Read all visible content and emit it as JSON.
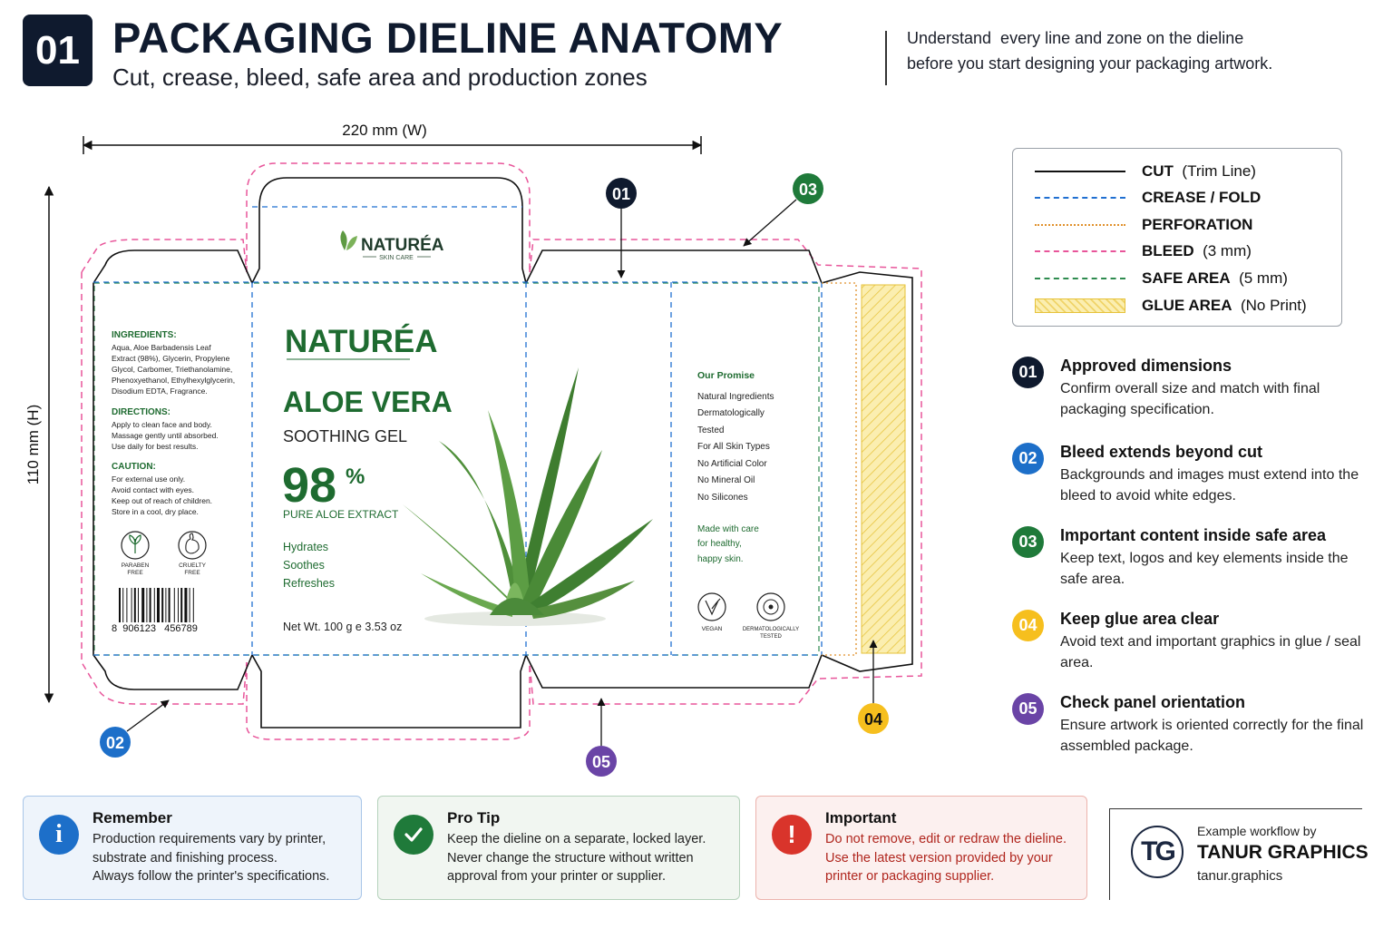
{
  "header": {
    "number": "01",
    "title": "PACKAGING DIELINE ANATOMY",
    "subtitle": "Cut, crease, bleed, safe area and production zones",
    "intro_line1": "Understand  every line and zone on the dieline",
    "intro_line2": "before you start designing your packaging artwork."
  },
  "dimensions": {
    "width_label": "220 mm (W)",
    "height_label": "110 mm (H)"
  },
  "colors": {
    "navy": "#0f1a2e",
    "cut": "#111111",
    "crease": "#1f6fd1",
    "perforation": "#e0902a",
    "bleed": "#e8559a",
    "safe": "#2e8b4f",
    "glue": "#f3d35a",
    "brand_green": "#1e6b30",
    "badge_blue": "#1d6fc9",
    "badge_green": "#1f7a3a",
    "badge_yellow": "#f6bf1e",
    "badge_purple": "#6a44a6"
  },
  "legend": [
    {
      "key": "CUT",
      "desc": "(Trim Line)"
    },
    {
      "key": "CREASE / FOLD",
      "desc": ""
    },
    {
      "key": "PERFORATION",
      "desc": ""
    },
    {
      "key": "BLEED",
      "desc": "(3 mm)"
    },
    {
      "key": "SAFE AREA",
      "desc": "(5 mm)"
    },
    {
      "key": "GLUE AREA",
      "desc": "(No Print)"
    }
  ],
  "callouts": [
    "01",
    "02",
    "03",
    "04",
    "05"
  ],
  "notes": [
    {
      "num": "01",
      "title": "Approved dimensions",
      "text": "Confirm overall size and match with final packaging specification."
    },
    {
      "num": "02",
      "title": "Bleed extends beyond cut",
      "text": "Backgrounds and images must extend into the bleed to avoid white edges."
    },
    {
      "num": "03",
      "title": "Important content inside safe area",
      "text": "Keep text, logos and key elements inside the safe area."
    },
    {
      "num": "04",
      "title": "Keep glue area clear",
      "text": "Avoid text and important graphics in glue / seal area."
    },
    {
      "num": "05",
      "title": "Check panel orientation",
      "text": "Ensure artwork is oriented correctly for the final assembled package."
    }
  ],
  "box": {
    "top_logo": "NATURÉA",
    "top_logo_sub": "SKIN CARE",
    "side": {
      "ingredients_title": "INGREDIENTS:",
      "ingredients_lines": [
        "Aqua, Aloe Barbadensis Leaf",
        "Extract (98%), Glycerin, Propylene",
        "Glycol, Carbomer, Triethanolamine,",
        "Phenoxyethanol, Ethylhexylglycerin,",
        "Disodium EDTA, Fragrance."
      ],
      "directions_title": "DIRECTIONS:",
      "directions_lines": [
        "Apply to clean face and body.",
        "Massage gently until absorbed.",
        "Use daily for best results."
      ],
      "caution_title": "CAUTION:",
      "caution_lines": [
        "For external use only.",
        "Avoid contact with eyes.",
        "Keep out of reach of children.",
        "Store in a cool, dry place."
      ],
      "badge1": [
        "PARABEN",
        "FREE"
      ],
      "badge2": [
        "CRUELTY",
        "FREE"
      ],
      "barcode": "8  906123   456789"
    },
    "front": {
      "brand": "NATURÉA",
      "product": "ALOE VERA",
      "variant": "SOOTHING GEL",
      "percent": "98",
      "percent_sign": "%",
      "extract": "PURE ALOE EXTRACT",
      "benefits": [
        "Hydrates",
        "Soothes",
        "Refreshes"
      ],
      "net": "Net Wt. 100 g e 3.53 oz"
    },
    "back": {
      "promise_title": "Our Promise",
      "promise_lines": [
        "Natural Ingredients",
        "Dermatologically",
        "Tested",
        "For All Skin Types",
        "No Artificial Color",
        "No Mineral Oil",
        "No Silicones"
      ],
      "care_lines": [
        "Made with care",
        "for healthy,",
        "happy skin."
      ],
      "badge1": [
        "VEGAN"
      ],
      "badge2": [
        "DERMATOLOGICALLY",
        "TESTED"
      ]
    }
  },
  "tips": [
    {
      "title": "Remember",
      "lines": [
        "Production requirements vary by printer,",
        "substrate and finishing process.",
        "Always follow the printer's specifications."
      ]
    },
    {
      "title": "Pro Tip",
      "lines": [
        "Keep the dieline on a separate, locked layer.",
        "Never change the structure without written",
        "approval from your printer or supplier."
      ]
    },
    {
      "title": "Important",
      "lines": [
        "Do not remove, edit or redraw the dieline.",
        "Use the latest version provided by your",
        "printer or packaging supplier."
      ]
    }
  ],
  "brand": {
    "logo": "TG",
    "by": "Example workflow by",
    "name": "TANUR GRAPHICS",
    "url": "tanur.graphics"
  }
}
